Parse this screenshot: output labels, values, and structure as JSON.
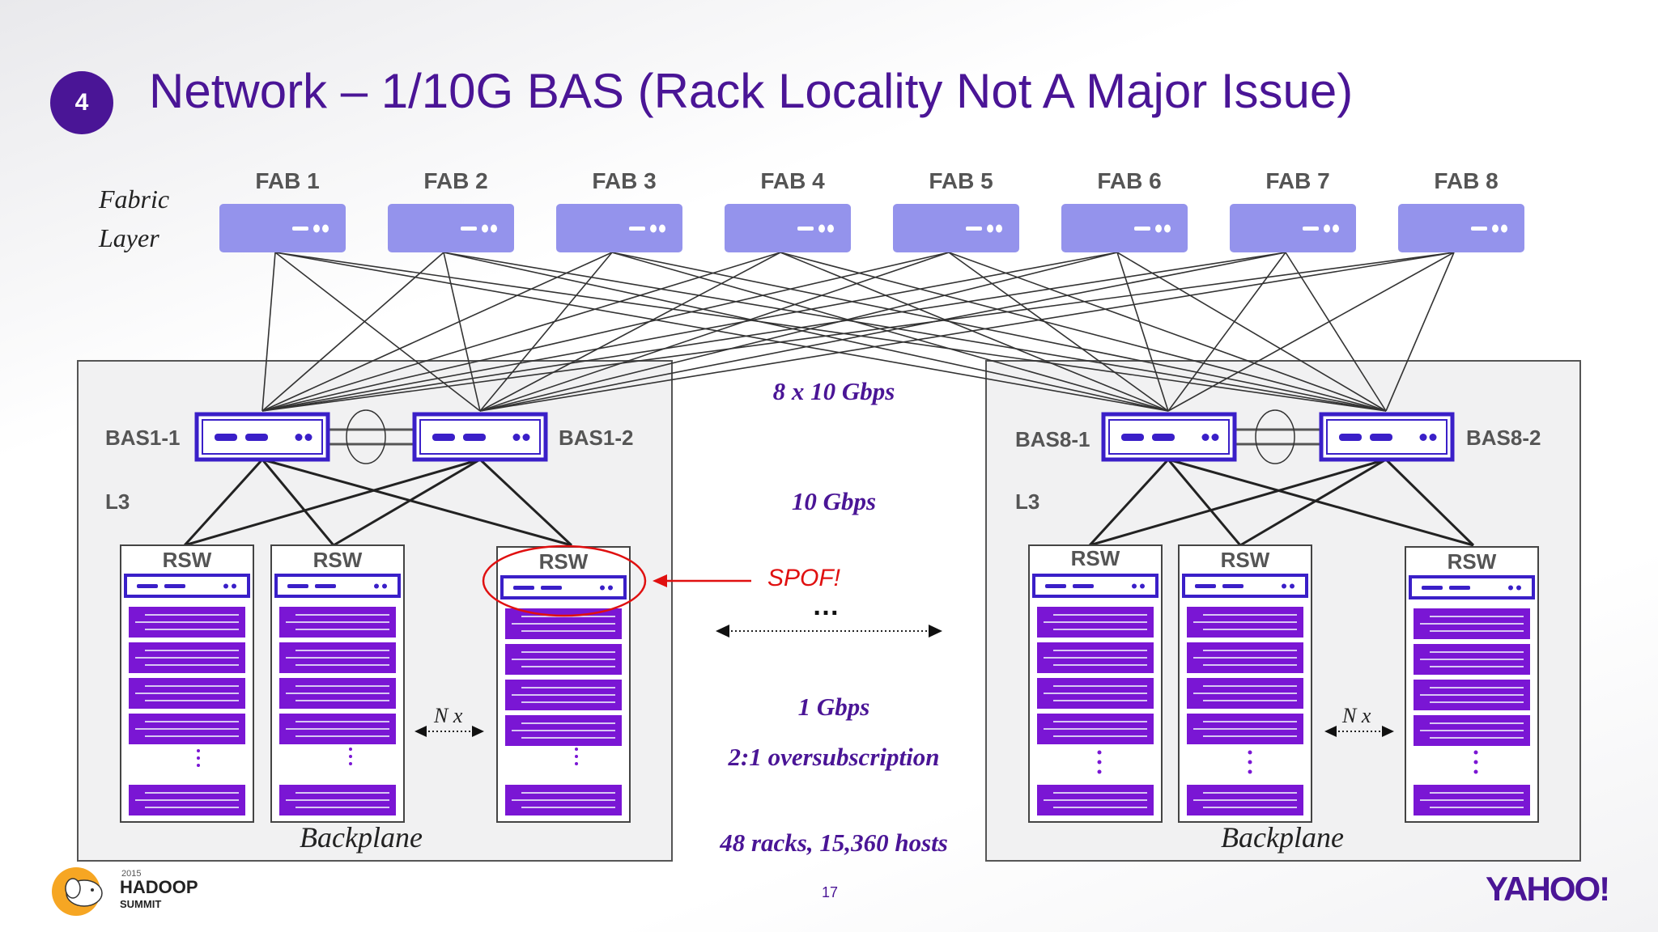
{
  "slide": {
    "number": "4",
    "title": "Network – 1/10G BAS (Rack Locality Not A Major Issue)",
    "page_number": "17"
  },
  "fabric": {
    "layer_label_line1": "Fabric",
    "layer_label_line2": "Layer",
    "switches": [
      "FAB 1",
      "FAB 2",
      "FAB 3",
      "FAB 4",
      "FAB 5",
      "FAB 6",
      "FAB 7",
      "FAB 8"
    ]
  },
  "left_cluster": {
    "bas": [
      "BAS1-1",
      "BAS1-2"
    ],
    "l3_label": "L3",
    "rsw_labels": [
      "RSW",
      "RSW",
      "RSW"
    ],
    "nx_label": "N x",
    "backplane_label": "Backplane"
  },
  "right_cluster": {
    "bas": [
      "BAS8-1",
      "BAS8-2"
    ],
    "l3_label": "L3",
    "rsw_labels": [
      "RSW",
      "RSW",
      "RSW"
    ],
    "nx_label": "N x",
    "backplane_label": "Backplane"
  },
  "middle": {
    "uplink": "8 x 10 Gbps",
    "bas_to_rsw": "10 Gbps",
    "ellipsis": "…",
    "host_link": "1 Gbps",
    "oversubscription": "2:1 oversubscription",
    "scale": "48 racks, 15,360 hosts"
  },
  "spof_label": "SPOF!",
  "logos": {
    "hadoop_year": "2015",
    "hadoop_name": "HADOOP",
    "hadoop_sub": "SUMMIT",
    "yahoo": "YAHOO!"
  },
  "colors": {
    "brand_purple": "#4a1596",
    "fab_fill": "#9493ec",
    "server_fill": "#7a16d4",
    "spof_red": "#e01010"
  }
}
